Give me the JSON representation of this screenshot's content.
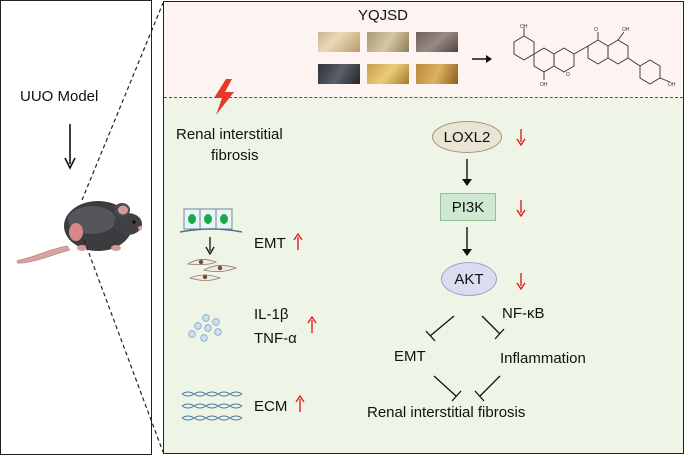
{
  "left_panel": {
    "model_label": "UUO Model"
  },
  "top_section": {
    "title": "YQJSD"
  },
  "left_column": {
    "injury_label_line1": "Renal interstitial",
    "injury_label_line2": "fibrosis",
    "emt_label": "EMT",
    "il1b_label": "IL-1β",
    "tnfa_label": "TNF-α",
    "ecm_label": "ECM"
  },
  "pathway": {
    "loxl2_label": "LOXL2",
    "pi3k_label": "PI3K",
    "akt_label": "AKT",
    "nfkb_label": "NF-κB",
    "emt_label": "EMT",
    "inflammation_label": "Inflammation",
    "outcome_label": "Renal interstitial fibrosis"
  },
  "colors": {
    "top_bg": "#fdf3f1",
    "main_bg": "#eef5e6",
    "loxl2_fill": "#e9e4d4",
    "pi3k_fill": "#cfe8d2",
    "akt_fill": "#dadcf0",
    "up_arrow": "#e02020",
    "down_arrow": "#e02020",
    "lightning": "#e53a2a"
  },
  "icons": {
    "herb_images": [
      "herb-1",
      "herb-2",
      "herb-3",
      "herb-4",
      "herb-5",
      "herb-6"
    ],
    "molecule": "chemical-structure-icon",
    "mouse": "mouse-icon",
    "lightning": "lightning-icon"
  }
}
